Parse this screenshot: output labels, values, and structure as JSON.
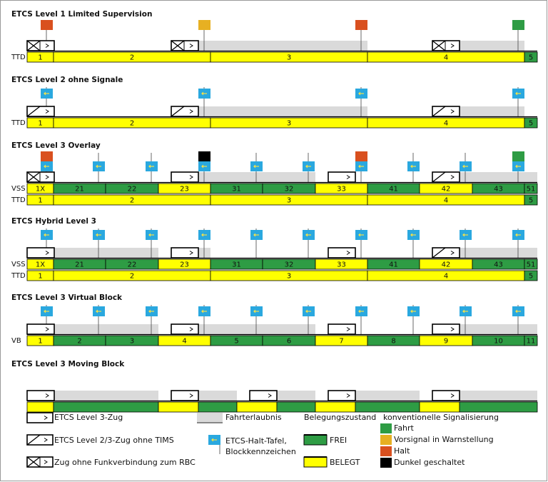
{
  "colors": {
    "green": "#2e9c44",
    "yellow": "#ffff00",
    "red": "#d9501f",
    "orange": "#e7b022",
    "black": "#000000",
    "blue": "#2aa8df",
    "gray": "#dadada"
  },
  "sections": [
    {
      "title": "ETCS Level 1 Limited Supervision",
      "signal_kind": "lights",
      "signals": [
        {
          "pos": 65,
          "state": "Halt"
        },
        {
          "pos": 286,
          "state": "Vorsignal"
        },
        {
          "pos": 506,
          "state": "Halt"
        },
        {
          "pos": 726,
          "state": "Fahrt"
        }
      ],
      "trains": [
        {
          "start": 38,
          "end": 76,
          "type": "nocomm",
          "ma_end": 76
        },
        {
          "start": 240,
          "end": 278,
          "type": "nocomm",
          "ma_end": 515
        },
        {
          "start": 606,
          "end": 644,
          "type": "nocomm",
          "ma_end": 735
        }
      ],
      "rows": [
        {
          "label": "TTD",
          "cells": [
            {
              "t": "1",
              "s": 38,
              "e": 75,
              "c": "y"
            },
            {
              "t": "2",
              "s": 75,
              "e": 295,
              "c": "y"
            },
            {
              "t": "3",
              "s": 295,
              "e": 515,
              "c": "y"
            },
            {
              "t": "4",
              "s": 515,
              "e": 735,
              "c": "y"
            },
            {
              "t": "5",
              "s": 735,
              "e": 753,
              "c": "g"
            }
          ]
        }
      ]
    },
    {
      "title": "ETCS Level 2 ohne Signale",
      "signal_kind": "boards",
      "signals": [
        {
          "pos": 65
        },
        {
          "pos": 286
        },
        {
          "pos": 506
        },
        {
          "pos": 726
        }
      ],
      "trains": [
        {
          "start": 38,
          "end": 76,
          "type": "notims",
          "ma_end": 76
        },
        {
          "start": 240,
          "end": 278,
          "type": "notims",
          "ma_end": 515
        },
        {
          "start": 606,
          "end": 644,
          "type": "notims",
          "ma_end": 735
        }
      ],
      "rows": [
        {
          "label": "TTD",
          "cells": [
            {
              "t": "1",
              "s": 38,
              "e": 75,
              "c": "y"
            },
            {
              "t": "2",
              "s": 75,
              "e": 295,
              "c": "y"
            },
            {
              "t": "3",
              "s": 295,
              "e": 515,
              "c": "y"
            },
            {
              "t": "4",
              "s": 515,
              "e": 735,
              "c": "y"
            },
            {
              "t": "5",
              "s": 735,
              "e": 753,
              "c": "g"
            }
          ]
        }
      ]
    },
    {
      "title": "ETCS Level 3 Overlay",
      "signal_kind": "both",
      "signals": [
        {
          "pos": 65,
          "state": "Halt"
        },
        {
          "pos": 138
        },
        {
          "pos": 212
        },
        {
          "pos": 286,
          "state": "Dunkel"
        },
        {
          "pos": 359
        },
        {
          "pos": 432
        },
        {
          "pos": 506,
          "state": "Halt"
        },
        {
          "pos": 579
        },
        {
          "pos": 652
        },
        {
          "pos": 726,
          "state": "Fahrt"
        }
      ],
      "trains": [
        {
          "start": 38,
          "end": 76,
          "type": "nocomm",
          "ma_end": 76
        },
        {
          "start": 240,
          "end": 278,
          "type": "normal",
          "ma_end": 442
        },
        {
          "start": 460,
          "end": 498,
          "type": "normal",
          "ma_end": 498
        },
        {
          "start": 606,
          "end": 644,
          "type": "notims",
          "ma_end": 753
        }
      ],
      "rows": [
        {
          "label": "VSS",
          "cells": [
            {
              "t": "1X",
              "s": 38,
              "e": 75,
              "c": "y"
            },
            {
              "t": "21",
              "s": 75,
              "e": 148,
              "c": "g"
            },
            {
              "t": "22",
              "s": 148,
              "e": 222,
              "c": "g"
            },
            {
              "t": "23",
              "s": 222,
              "e": 295,
              "c": "y"
            },
            {
              "t": "31",
              "s": 295,
              "e": 368,
              "c": "g"
            },
            {
              "t": "32",
              "s": 368,
              "e": 442,
              "c": "g"
            },
            {
              "t": "33",
              "s": 442,
              "e": 515,
              "c": "y"
            },
            {
              "t": "41",
              "s": 515,
              "e": 588,
              "c": "g"
            },
            {
              "t": "42",
              "s": 588,
              "e": 662,
              "c": "y"
            },
            {
              "t": "43",
              "s": 662,
              "e": 735,
              "c": "g"
            },
            {
              "t": "51",
              "s": 735,
              "e": 753,
              "c": "g"
            }
          ]
        },
        {
          "label": "TTD",
          "cells": [
            {
              "t": "1",
              "s": 38,
              "e": 75,
              "c": "y"
            },
            {
              "t": "2",
              "s": 75,
              "e": 295,
              "c": "y"
            },
            {
              "t": "3",
              "s": 295,
              "e": 515,
              "c": "y"
            },
            {
              "t": "4",
              "s": 515,
              "e": 735,
              "c": "y"
            },
            {
              "t": "5",
              "s": 735,
              "e": 753,
              "c": "g"
            }
          ]
        }
      ]
    },
    {
      "title": "ETCS Hybrid Level 3",
      "signal_kind": "boards",
      "signals": [
        {
          "pos": 65
        },
        {
          "pos": 138
        },
        {
          "pos": 212
        },
        {
          "pos": 286
        },
        {
          "pos": 359
        },
        {
          "pos": 432
        },
        {
          "pos": 506
        },
        {
          "pos": 579
        },
        {
          "pos": 652
        },
        {
          "pos": 726
        }
      ],
      "trains": [
        {
          "start": 38,
          "end": 76,
          "type": "normal",
          "ma_end": 222
        },
        {
          "start": 240,
          "end": 278,
          "type": "normal",
          "ma_end": 295
        },
        {
          "start": 460,
          "end": 498,
          "type": "normal",
          "ma_end": 498
        },
        {
          "start": 606,
          "end": 644,
          "type": "notims",
          "ma_end": 753
        }
      ],
      "rows": [
        {
          "label": "VSS",
          "cells": [
            {
              "t": "1X",
              "s": 38,
              "e": 75,
              "c": "y"
            },
            {
              "t": "21",
              "s": 75,
              "e": 148,
              "c": "g"
            },
            {
              "t": "22",
              "s": 148,
              "e": 222,
              "c": "g"
            },
            {
              "t": "23",
              "s": 222,
              "e": 295,
              "c": "y"
            },
            {
              "t": "31",
              "s": 295,
              "e": 368,
              "c": "g"
            },
            {
              "t": "32",
              "s": 368,
              "e": 442,
              "c": "g"
            },
            {
              "t": "33",
              "s": 442,
              "e": 515,
              "c": "y"
            },
            {
              "t": "41",
              "s": 515,
              "e": 588,
              "c": "g"
            },
            {
              "t": "42",
              "s": 588,
              "e": 662,
              "c": "y"
            },
            {
              "t": "43",
              "s": 662,
              "e": 735,
              "c": "g"
            },
            {
              "t": "51",
              "s": 735,
              "e": 753,
              "c": "g"
            }
          ]
        },
        {
          "label": "TTD",
          "cells": [
            {
              "t": "1",
              "s": 38,
              "e": 75,
              "c": "y"
            },
            {
              "t": "2",
              "s": 75,
              "e": 295,
              "c": "y"
            },
            {
              "t": "3",
              "s": 295,
              "e": 515,
              "c": "y"
            },
            {
              "t": "4",
              "s": 515,
              "e": 735,
              "c": "y"
            },
            {
              "t": "5",
              "s": 735,
              "e": 753,
              "c": "g"
            }
          ]
        }
      ]
    },
    {
      "title": "ETCS Level 3 Virtual Block",
      "signal_kind": "boards",
      "signals": [
        {
          "pos": 65
        },
        {
          "pos": 138
        },
        {
          "pos": 212
        },
        {
          "pos": 286
        },
        {
          "pos": 359
        },
        {
          "pos": 432
        },
        {
          "pos": 506
        },
        {
          "pos": 579
        },
        {
          "pos": 652
        },
        {
          "pos": 726
        }
      ],
      "trains": [
        {
          "start": 38,
          "end": 76,
          "type": "normal",
          "ma_end": 222
        },
        {
          "start": 240,
          "end": 278,
          "type": "normal",
          "ma_end": 442
        },
        {
          "start": 460,
          "end": 498,
          "type": "normal",
          "ma_end": 498
        },
        {
          "start": 606,
          "end": 644,
          "type": "normal",
          "ma_end": 753
        }
      ],
      "rows": [
        {
          "label": "VB",
          "cells": [
            {
              "t": "1",
              "s": 38,
              "e": 75,
              "c": "y"
            },
            {
              "t": "2",
              "s": 75,
              "e": 148,
              "c": "g"
            },
            {
              "t": "3",
              "s": 148,
              "e": 222,
              "c": "g"
            },
            {
              "t": "4",
              "s": 222,
              "e": 295,
              "c": "y"
            },
            {
              "t": "5",
              "s": 295,
              "e": 368,
              "c": "g"
            },
            {
              "t": "6",
              "s": 368,
              "e": 442,
              "c": "g"
            },
            {
              "t": "7",
              "s": 442,
              "e": 515,
              "c": "y"
            },
            {
              "t": "8",
              "s": 515,
              "e": 588,
              "c": "g"
            },
            {
              "t": "9",
              "s": 588,
              "e": 662,
              "c": "y"
            },
            {
              "t": "10",
              "s": 662,
              "e": 735,
              "c": "g"
            },
            {
              "t": "11",
              "s": 735,
              "e": 753,
              "c": "g"
            }
          ]
        }
      ]
    },
    {
      "title": "ETCS Level 3 Moving Block",
      "signal_kind": "none",
      "signals": [],
      "trains": [
        {
          "start": 38,
          "end": 76,
          "type": "normal",
          "ma_end": 222
        },
        {
          "start": 240,
          "end": 278,
          "type": "normal",
          "ma_end": 332
        },
        {
          "start": 350,
          "end": 388,
          "type": "normal",
          "ma_end": 442
        },
        {
          "start": 460,
          "end": 498,
          "type": "normal",
          "ma_end": 588
        },
        {
          "start": 606,
          "end": 644,
          "type": "normal",
          "ma_end": 753
        }
      ],
      "rows": [
        {
          "label": "",
          "cells": [
            {
              "t": "",
              "s": 38,
              "e": 75,
              "c": "y"
            },
            {
              "t": "",
              "s": 75,
              "e": 222,
              "c": "g"
            },
            {
              "t": "",
              "s": 222,
              "e": 278,
              "c": "y"
            },
            {
              "t": "",
              "s": 278,
              "e": 332,
              "c": "g"
            },
            {
              "t": "",
              "s": 332,
              "e": 388,
              "c": "y"
            },
            {
              "t": "",
              "s": 388,
              "e": 442,
              "c": "g"
            },
            {
              "t": "",
              "s": 442,
              "e": 498,
              "c": "y"
            },
            {
              "t": "",
              "s": 498,
              "e": 588,
              "c": "g"
            },
            {
              "t": "",
              "s": 588,
              "e": 644,
              "c": "y"
            },
            {
              "t": "",
              "s": 644,
              "e": 753,
              "c": "g"
            }
          ]
        }
      ]
    }
  ],
  "legend": {
    "train_level3": "ETCS Level 3-Zug",
    "train_notims": "ETCS Level 2/3-Zug ohne TIMS",
    "train_nocomm": "Zug ohne Funkverbindung zum RBC",
    "movement_authority": "Fahrterlaubnis",
    "halt_board": "ETCS-Halt-Tafel, Blockkennzeichen",
    "occupancy_title": "Belegungszustand",
    "free": "FREI",
    "occupied": "BELEGT",
    "signalling_title": "konventionelle Signalisierung",
    "fahrt": "Fahrt",
    "vorsignal": "Vorsignal in Warnstellung",
    "halt": "Halt",
    "dunkel": "Dunkel geschaltet"
  }
}
